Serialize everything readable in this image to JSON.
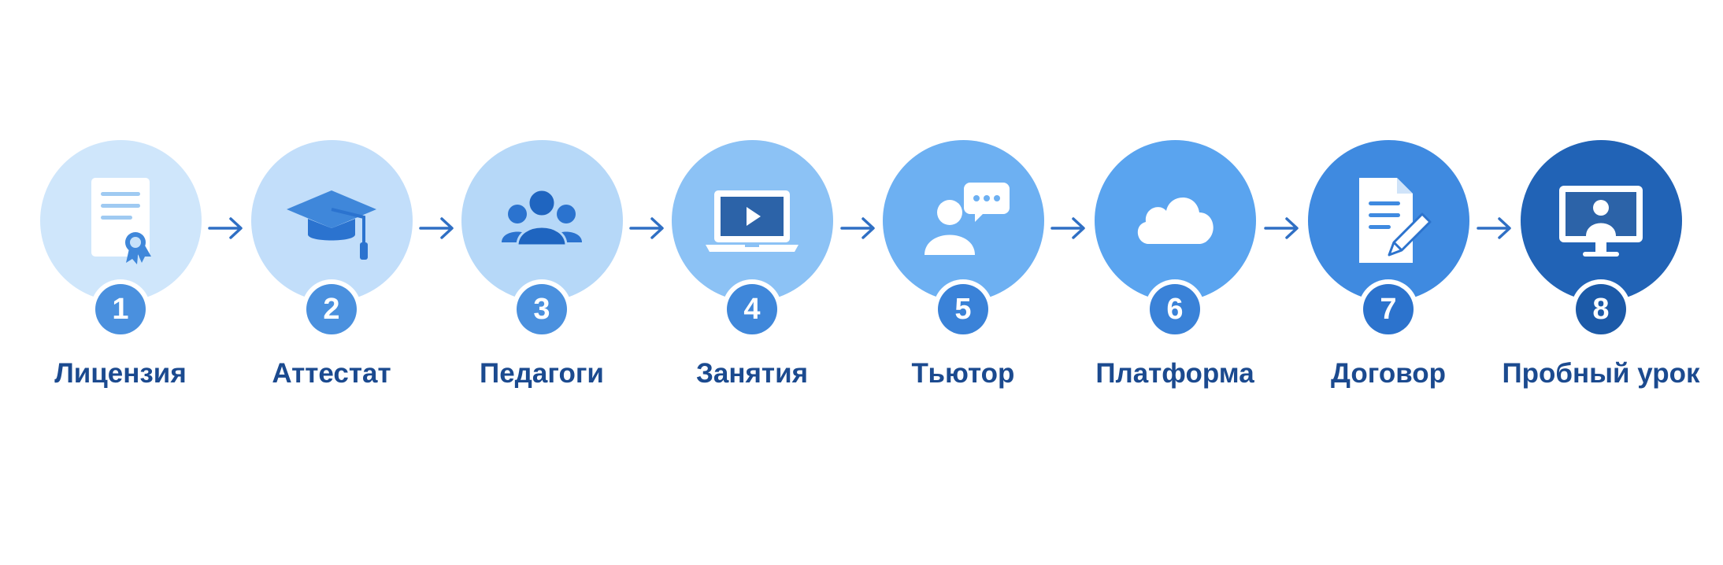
{
  "steps": [
    {
      "number": "1",
      "label": "Лицензия",
      "icon": "certificate-icon",
      "circle_color": "#cfe6fb",
      "badge_color": "#4a90de"
    },
    {
      "number": "2",
      "label": "Аттестат",
      "icon": "graduation-cap-icon",
      "circle_color": "#c2defa",
      "badge_color": "#4a90de"
    },
    {
      "number": "3",
      "label": "Педагоги",
      "icon": "people-group-icon",
      "circle_color": "#b6d8f8",
      "badge_color": "#4a90de"
    },
    {
      "number": "4",
      "label": "Занятия",
      "icon": "laptop-video-icon",
      "circle_color": "#8cc2f5",
      "badge_color": "#3f87da"
    },
    {
      "number": "5",
      "label": "Тьютор",
      "icon": "tutor-chat-icon",
      "circle_color": "#6db0f2",
      "badge_color": "#3a82d8"
    },
    {
      "number": "6",
      "label": "Платформа",
      "icon": "cloud-icon",
      "circle_color": "#5aa4ef",
      "badge_color": "#3a82d8"
    },
    {
      "number": "7",
      "label": "Договор",
      "icon": "contract-pen-icon",
      "circle_color": "#3f8ae0",
      "badge_color": "#2c73cd"
    },
    {
      "number": "8",
      "label": "Пробный урок",
      "icon": "monitor-lesson-icon",
      "circle_color": "#2163b6",
      "badge_color": "#1c5aa8"
    }
  ]
}
